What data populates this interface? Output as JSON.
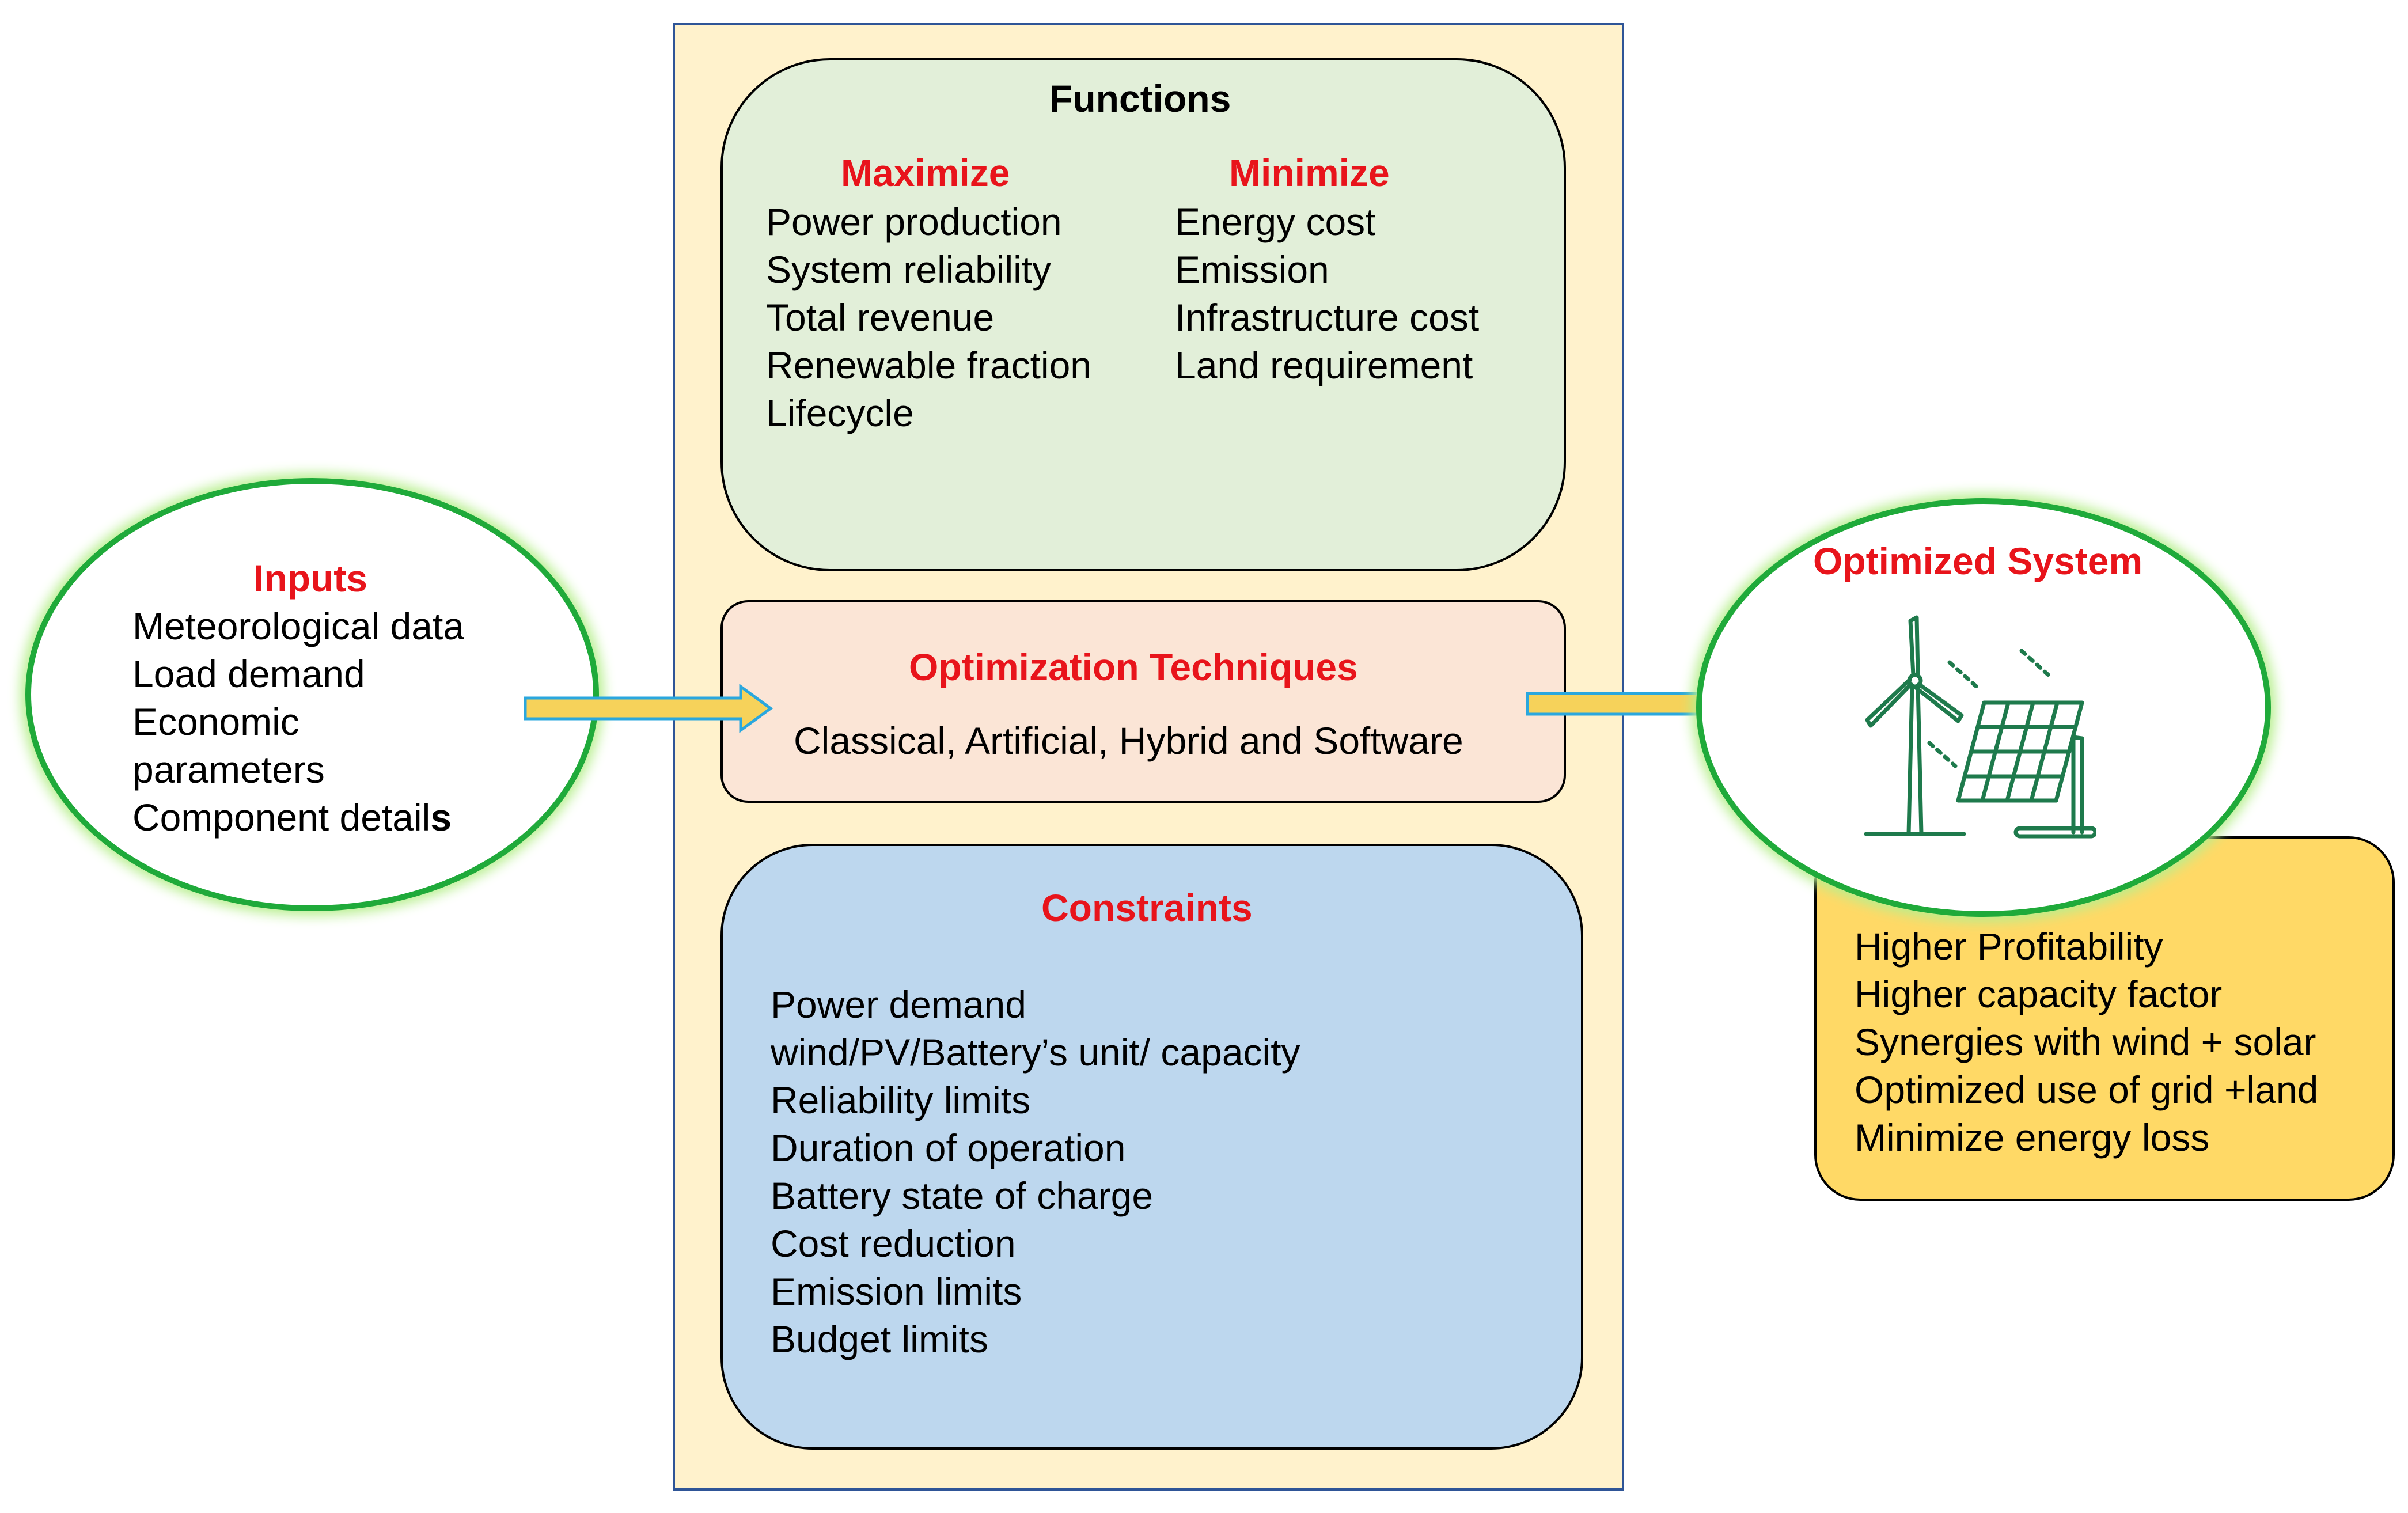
{
  "functions": {
    "title": "Functions",
    "maximize_header": "Maximize",
    "minimize_header": "Minimize",
    "maximize_items": [
      "Power production",
      "System reliability",
      "Total revenue",
      "Renewable fraction",
      "Lifecycle"
    ],
    "minimize_items": [
      "Energy cost",
      "Emission",
      "Infrastructure cost",
      "Land requirement"
    ]
  },
  "techniques": {
    "title": "Optimization Techniques",
    "text": "Classical, Artificial, Hybrid and Software"
  },
  "constraints": {
    "title": "Constraints",
    "items": [
      "Power demand",
      "wind/PV/Battery’s unit/ capacity",
      "Reliability limits",
      "Duration of operation",
      "Battery state of charge",
      "Cost reduction",
      "Emission limits",
      "Budget limits"
    ]
  },
  "inputs": {
    "title": "Inputs",
    "items": [
      "Meteorological data",
      "Load demand",
      "Economic",
      "parameters"
    ],
    "last_item_prefix": "Component detail",
    "last_item_bold": "s"
  },
  "output": {
    "title": "Optimized System",
    "icon": "wind-solar-icon",
    "benefits": [
      "Higher Profitability",
      "Higher capacity factor",
      "Synergies with wind + solar",
      "Optimized use of grid +land",
      "Minimize energy loss"
    ]
  },
  "colors": {
    "panel_fill": "#fff2cc",
    "panel_border": "#2f5597",
    "functions_fill": "#e2efd9",
    "techniques_fill": "#fbe5d6",
    "constraints_fill": "#bdd7ee",
    "benefits_fill": "#ffd966",
    "ellipse_border": "#1faa3a",
    "heading_red": "#e8141b",
    "arrow_fill": "#f6d25a",
    "arrow_border": "#2aa7de",
    "icon_green": "#1e7a4c"
  }
}
